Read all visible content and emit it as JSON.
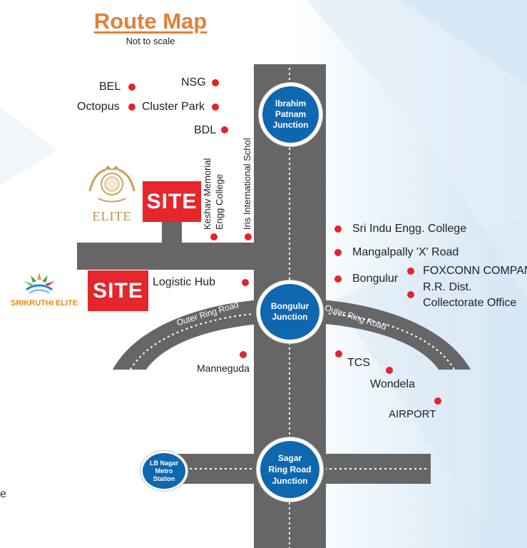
{
  "title": "Route Map",
  "subtitle": "Not to scale",
  "colors": {
    "road": "#666666",
    "junction": "#0f67b0",
    "marker": "#e3242b",
    "site": "#e5262b",
    "title": "#e0803a"
  },
  "roads": {
    "outer_ring_left": "Outer Ring Road",
    "outer_ring_right": "Outer Ring Road"
  },
  "junctions": {
    "ibrahimpatnam": [
      "Ibrahim",
      "Patnam",
      "Junction"
    ],
    "bongulur": [
      "Bongulur",
      "Junction"
    ],
    "sagar": [
      "Sagar",
      "Ring Road",
      "Junction"
    ],
    "lb_nagar": [
      "LB Nagar",
      "Metro",
      "Station"
    ]
  },
  "landmarks": {
    "bel": "BEL",
    "octopus": "Octopus",
    "nsg": "NSG",
    "cluster_park": "Cluster Park",
    "bdl": "BDL",
    "keshav": [
      "Keshav Memorial",
      "Engg College"
    ],
    "iris": "Iris International Schol",
    "sri_indu": "Sri Indu Engg. College",
    "mangalpally": "Mangalpally 'X' Road",
    "bongulur": "Bongulur",
    "foxconn": "FOXCONN COMPANY",
    "rr_dist": [
      "R.R. Dist.",
      "Collectorate Office"
    ],
    "logistic_hub": "Logistic Hub",
    "manneguda": "Manneguda",
    "tcs": "TCS",
    "wondela": "Wondela",
    "airport": "AIRPORT"
  },
  "sites": {
    "site1": "SITE",
    "site2": "SITE"
  },
  "logos": {
    "elite_word": "ELITE",
    "srikruthi": "SRIKRUTHI ELITE"
  },
  "edge_text": "e"
}
